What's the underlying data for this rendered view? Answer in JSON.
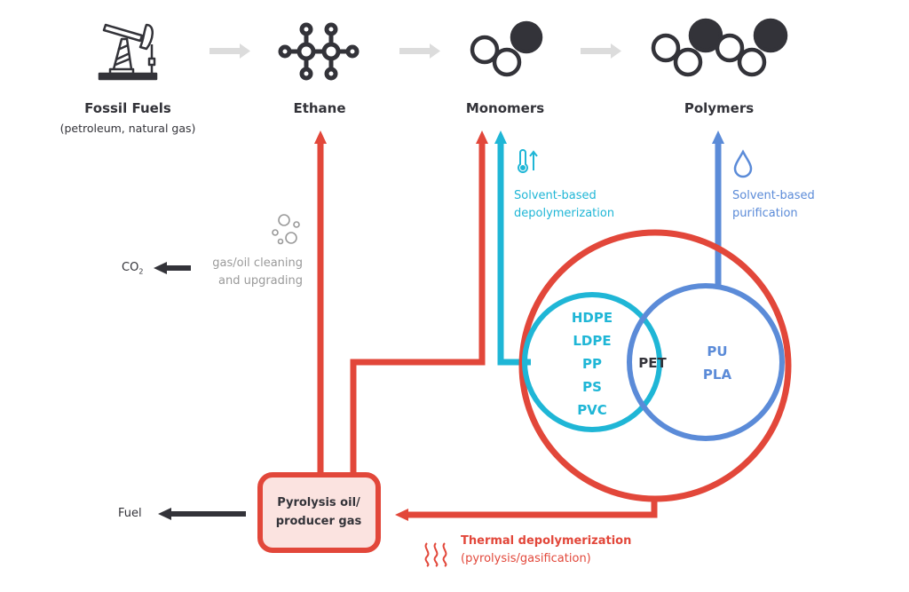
{
  "stages": [
    {
      "id": "fossil",
      "title": "Fossil Fuels",
      "subtitle": "(petroleum, natural gas)",
      "icon": "oil-pump-icon"
    },
    {
      "id": "ethane",
      "title": "Ethane",
      "icon": "ethane-molecule-icon"
    },
    {
      "id": "monomers",
      "title": "Monomers",
      "icon": "monomers-icon"
    },
    {
      "id": "polymers",
      "title": "Polymers",
      "icon": "polymers-icon"
    }
  ],
  "processes": {
    "solvent_depoly": {
      "line1": "Solvent-based",
      "line2": "depolymerization",
      "icon": "thermometer-up-icon"
    },
    "solvent_purif": {
      "line1": "Solvent-based",
      "line2": "purification",
      "icon": "droplet-icon"
    },
    "cleaning": {
      "line1": "gas/oil cleaning",
      "line2": "and upgrading",
      "icon": "bubbles-icon"
    },
    "thermal": {
      "line1": "Thermal depolymerization",
      "line2": "(pyrolysis/gasification)",
      "icon": "heat-waves-icon"
    }
  },
  "venn": {
    "left_items": [
      "HDPE",
      "LDPE",
      "PP",
      "PS",
      "PVC"
    ],
    "overlap_items": [
      "PET"
    ],
    "right_items": [
      "PU",
      "PLA"
    ]
  },
  "box": {
    "line1": "Pyrolysis oil/",
    "line2": "producer gas"
  },
  "outputs": {
    "co2": "CO",
    "co2_sub": "2",
    "fuel": "Fuel"
  },
  "colors": {
    "red": "#e2473a",
    "cyan": "#1fb6d6",
    "blue": "#5b8bd8",
    "dark": "#333339",
    "grey_arrow": "#dcdcdc",
    "box_fill": "#fbe3e0"
  }
}
